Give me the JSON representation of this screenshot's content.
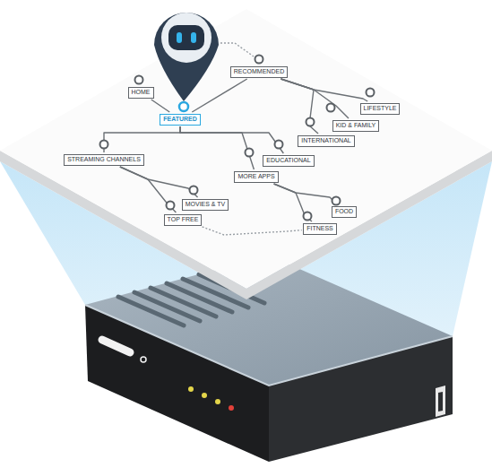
{
  "diagram": {
    "nodes": [
      {
        "text": [
          "HOME"
        ]
      },
      {
        "text": [
          "RECOMMENDED"
        ]
      },
      {
        "text": [
          "FEATURED"
        ]
      },
      {
        "text": [
          "LIFESTYLE"
        ]
      },
      {
        "text": [
          "KID & FAMILY"
        ]
      },
      {
        "text": [
          "INTERNATIONAL"
        ]
      },
      {
        "text": [
          "STREAMING CHANNELS"
        ]
      },
      {
        "text": [
          "EDUCATIONAL"
        ]
      },
      {
        "text": [
          "MORE APPS"
        ]
      },
      {
        "text": [
          "MOVIES & TV"
        ]
      },
      {
        "text": [
          "FOOD"
        ]
      },
      {
        "text": [
          "TOP FREE"
        ]
      },
      {
        "text": [
          "FITNESS"
        ]
      }
    ],
    "edges": [
      {
        "from": 2,
        "to": 0,
        "arrow": "none"
      },
      {
        "from": 2,
        "to": 1,
        "arrow": "none"
      },
      {
        "from": 1,
        "to": 3,
        "arrow": "none"
      },
      {
        "from": 1,
        "to": 4,
        "arrow": "none"
      },
      {
        "from": 1,
        "to": 5,
        "arrow": "none"
      },
      {
        "from": 2,
        "to": 6,
        "arrow": "none"
      },
      {
        "from": 2,
        "to": 7,
        "arrow": "none"
      },
      {
        "from": 2,
        "to": 8,
        "arrow": "none"
      },
      {
        "from": 6,
        "to": 9,
        "arrow": "none"
      },
      {
        "from": 6,
        "to": 11,
        "arrow": "none"
      },
      {
        "from": 8,
        "to": 10,
        "arrow": "none"
      },
      {
        "from": 8,
        "to": 12,
        "arrow": "none"
      },
      {
        "from": 11,
        "to": 12,
        "arrow": "none"
      }
    ]
  }
}
